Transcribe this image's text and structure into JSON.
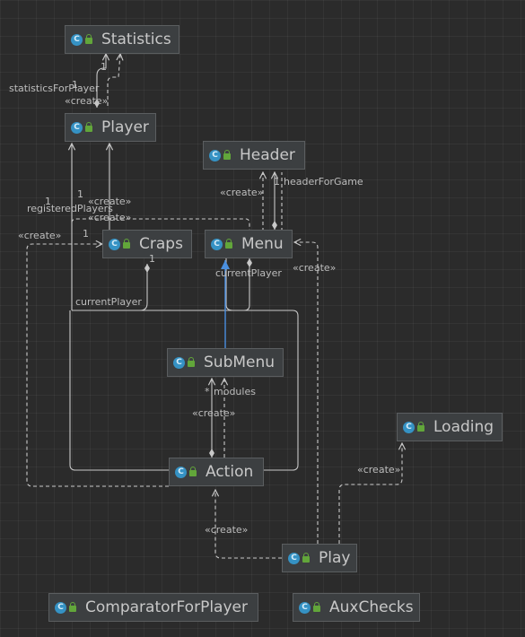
{
  "classes": {
    "statistics": "Statistics",
    "player": "Player",
    "header": "Header",
    "craps": "Craps",
    "menu": "Menu",
    "submenu": "SubMenu",
    "loading": "Loading",
    "action": "Action",
    "play": "Play",
    "comparator": "ComparatorForPlayer",
    "auxchecks": "AuxChecks"
  },
  "icons": {
    "class_letter": "C",
    "class_icon": "class-icon",
    "visibility_icon": "lock-icon"
  },
  "labels": {
    "statistics_for_player": "statisticsForPlayer",
    "stats_mult_1": "1",
    "stats_mult_1b": "1",
    "create_player_stats": "«create»",
    "registered_players": "registeredPlayers",
    "reg_mult_1": "1",
    "reg_mult_1b": "1",
    "create_player_craps": "«create»",
    "create_player_craps2": "«create»",
    "create_action_craps": "«create»",
    "craps_mult_1": "1",
    "current_player_craps": "currentPlayer",
    "current_player_menu": "currentPlayer",
    "header_for_game": "headerForGame",
    "header_mult_1": "1",
    "create_menu_header": "«create»",
    "create_play_menu": "«create»",
    "modules": "modules",
    "modules_mult": "*",
    "create_action_submenu": "«create»",
    "create_play_loading": "«create»",
    "create_play_action": "«create»"
  },
  "colors": {
    "background": "#2b2b2b",
    "class_fill": "#3c3f41",
    "class_border": "#5b5e60",
    "line": "#c8c8c8",
    "inheritance": "#4a8fe0",
    "class_icon": "#3592c4",
    "visibility_icon": "#62a63a"
  }
}
